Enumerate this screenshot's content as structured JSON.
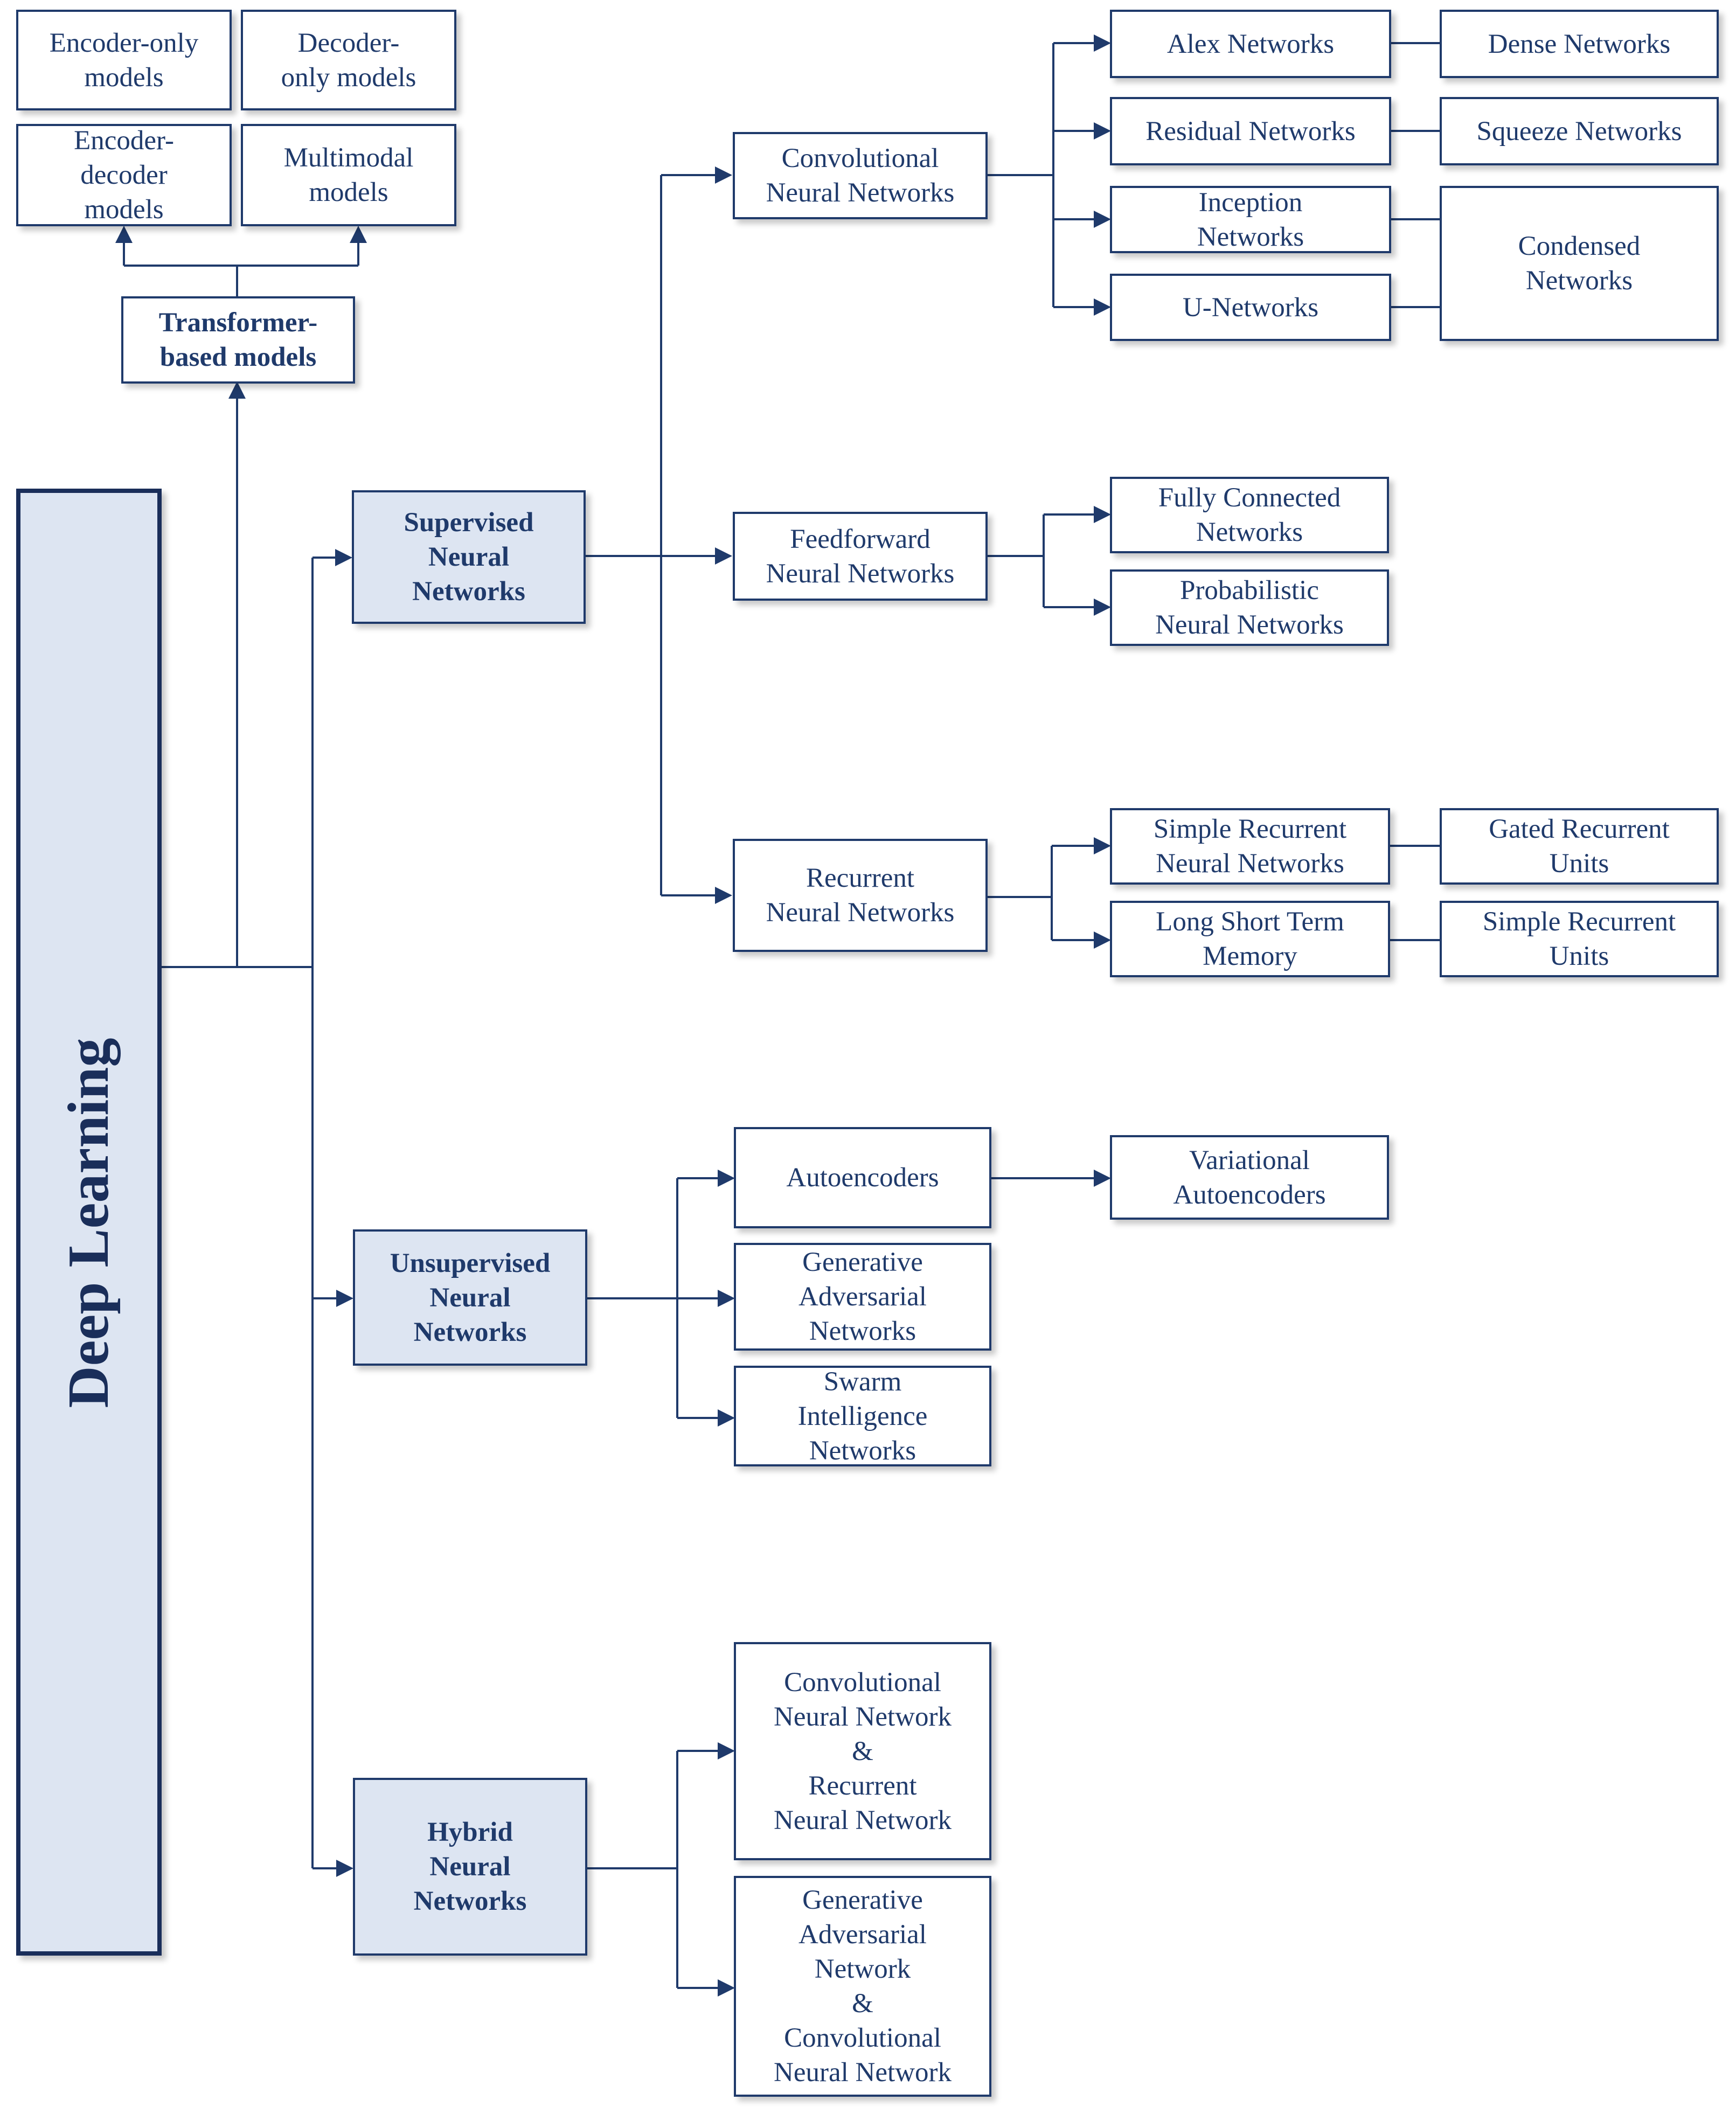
{
  "root": {
    "label": "Deep Learning"
  },
  "transformer": {
    "label": "Transformer-\nbased models",
    "children": [
      "Encoder-only\nmodels",
      "Decoder-\nonly models",
      "Encoder-\ndecoder\nmodels",
      "Multimodal\nmodels"
    ]
  },
  "supervised": {
    "label": "Supervised\nNeural\nNetworks",
    "cnn": {
      "label": "Convolutional\nNeural Networks",
      "children": [
        "Alex Networks",
        "Residual Networks",
        "Inception\nNetworks",
        "U-Networks"
      ],
      "related": [
        "Dense Networks",
        "Squeeze Networks",
        "Condensed\nNetworks"
      ]
    },
    "ffnn": {
      "label": "Feedforward\nNeural Networks",
      "children": [
        "Fully Connected\nNetworks",
        "Probabilistic\nNeural Networks"
      ]
    },
    "rnn": {
      "label": "Recurrent\nNeural Networks",
      "children": [
        "Simple Recurrent\nNeural Networks",
        "Long Short Term\nMemory"
      ],
      "related": [
        "Gated Recurrent\nUnits",
        "Simple Recurrent\nUnits"
      ]
    }
  },
  "unsupervised": {
    "label": "Unsupervised\nNeural\nNetworks",
    "children": [
      "Autoencoders",
      "Generative\nAdversarial\nNetworks",
      "Swarm\nIntelligence\nNetworks"
    ],
    "autoencoder_child": "Variational\nAutoencoders"
  },
  "hybrid": {
    "label": "Hybrid\nNeural\nNetworks",
    "children": [
      "Convolutional\nNeural Network\n&\nRecurrent\nNeural Network",
      "Generative\nAdversarial\nNetwork\n&\nConvolutional\nNeural Network"
    ]
  },
  "colors": {
    "line": "#1f3a6b",
    "box_fill": "#ffffff",
    "category_fill": "#dde5f2",
    "text": "#1f3a6b"
  }
}
